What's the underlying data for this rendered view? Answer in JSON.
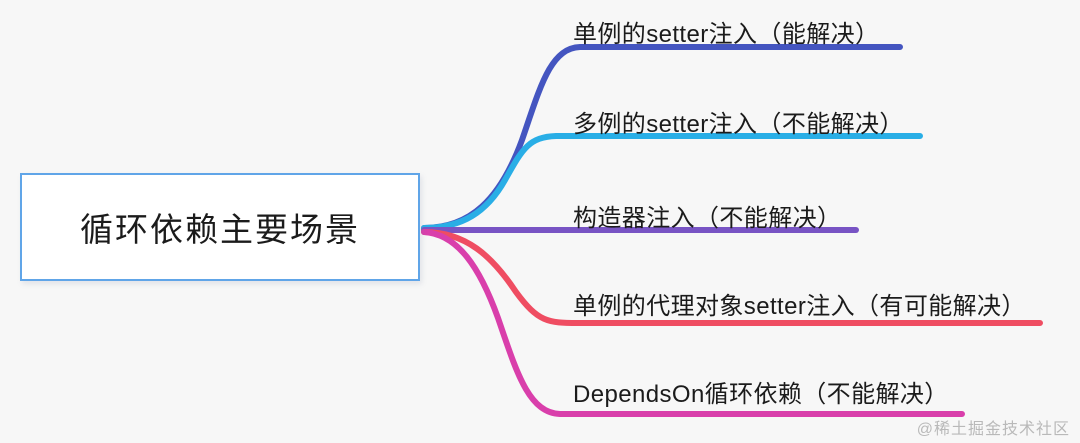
{
  "diagram": {
    "type": "mindmap",
    "background_color": "#f7f7f7",
    "root": {
      "label": "循环依赖主要场景",
      "border_color": "#60a5e8",
      "fill_color": "#ffffff"
    },
    "branches": [
      {
        "id": "branch-1",
        "label": "单例的setter注入（能解决）",
        "color": "#4455c0",
        "resolution": "能解决"
      },
      {
        "id": "branch-2",
        "label": "多例的setter注入（不能解决）",
        "color": "#29aee6",
        "resolution": "不能解决"
      },
      {
        "id": "branch-3",
        "label": "构造器注入（不能解决）",
        "color": "#7854c4",
        "resolution": "不能解决"
      },
      {
        "id": "branch-4",
        "label": "单例的代理对象setter注入（有可能解决）",
        "color": "#ef4d62",
        "resolution": "有可能解决"
      },
      {
        "id": "branch-5",
        "label": "DependsOn循环依赖（不能解决）",
        "color": "#d93fab",
        "resolution": "不能解决"
      }
    ]
  },
  "watermark": {
    "text": "@稀土掘金技术社区"
  }
}
